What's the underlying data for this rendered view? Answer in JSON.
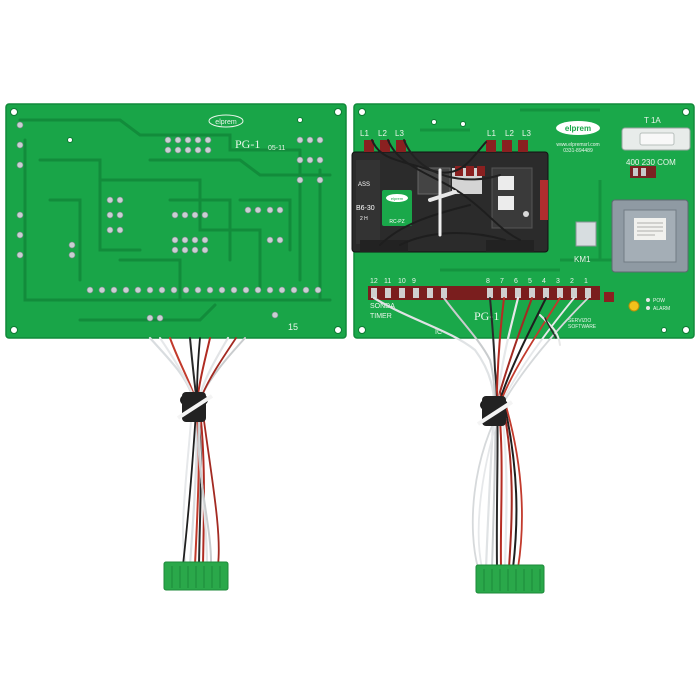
{
  "photo": {
    "subject": "Two green printed circuit boards, back and front, each with a wire harness ending in a green connector",
    "colors": {
      "pcb": "#1aa84a",
      "pcb_dark": "#14913c",
      "relay_block": "#2b2b2b",
      "transformer": "#8f9aa3",
      "connector": "#2aa84a"
    }
  },
  "left_board": {
    "logo": "elprem",
    "model": "PG-1",
    "rev": "05-11",
    "marking": "15"
  },
  "right_board": {
    "logo": "elprem",
    "url": "www.elpremsrl.com",
    "phone": "0331-894489",
    "terminals_top_a": [
      "L1",
      "L2",
      "L3"
    ],
    "terminals_top_b": [
      "L1",
      "L2",
      "L3"
    ],
    "fuse": "T 1A",
    "supply": "400 230 COM",
    "relay_label_1": "ASS",
    "relay_label_2": "B6-30",
    "relay_label_3": "2 H",
    "sticker_small": "www.elpremsrl.com 0331-894489",
    "sticker_model": "RC-PZ",
    "km_label": "KM1",
    "terminal_numbers": [
      "12",
      "11",
      "10",
      "9",
      "8",
      "7",
      "6",
      "5",
      "4",
      "3",
      "2",
      "1"
    ],
    "label_sonda": "SONDA",
    "label_timer": "TIMER",
    "label_pg": "PG-1",
    "led_labels": [
      "POW",
      "ALARM"
    ],
    "label_service": "SERVIZIO",
    "label_software": "SOFTWARE",
    "marking": "IC"
  }
}
